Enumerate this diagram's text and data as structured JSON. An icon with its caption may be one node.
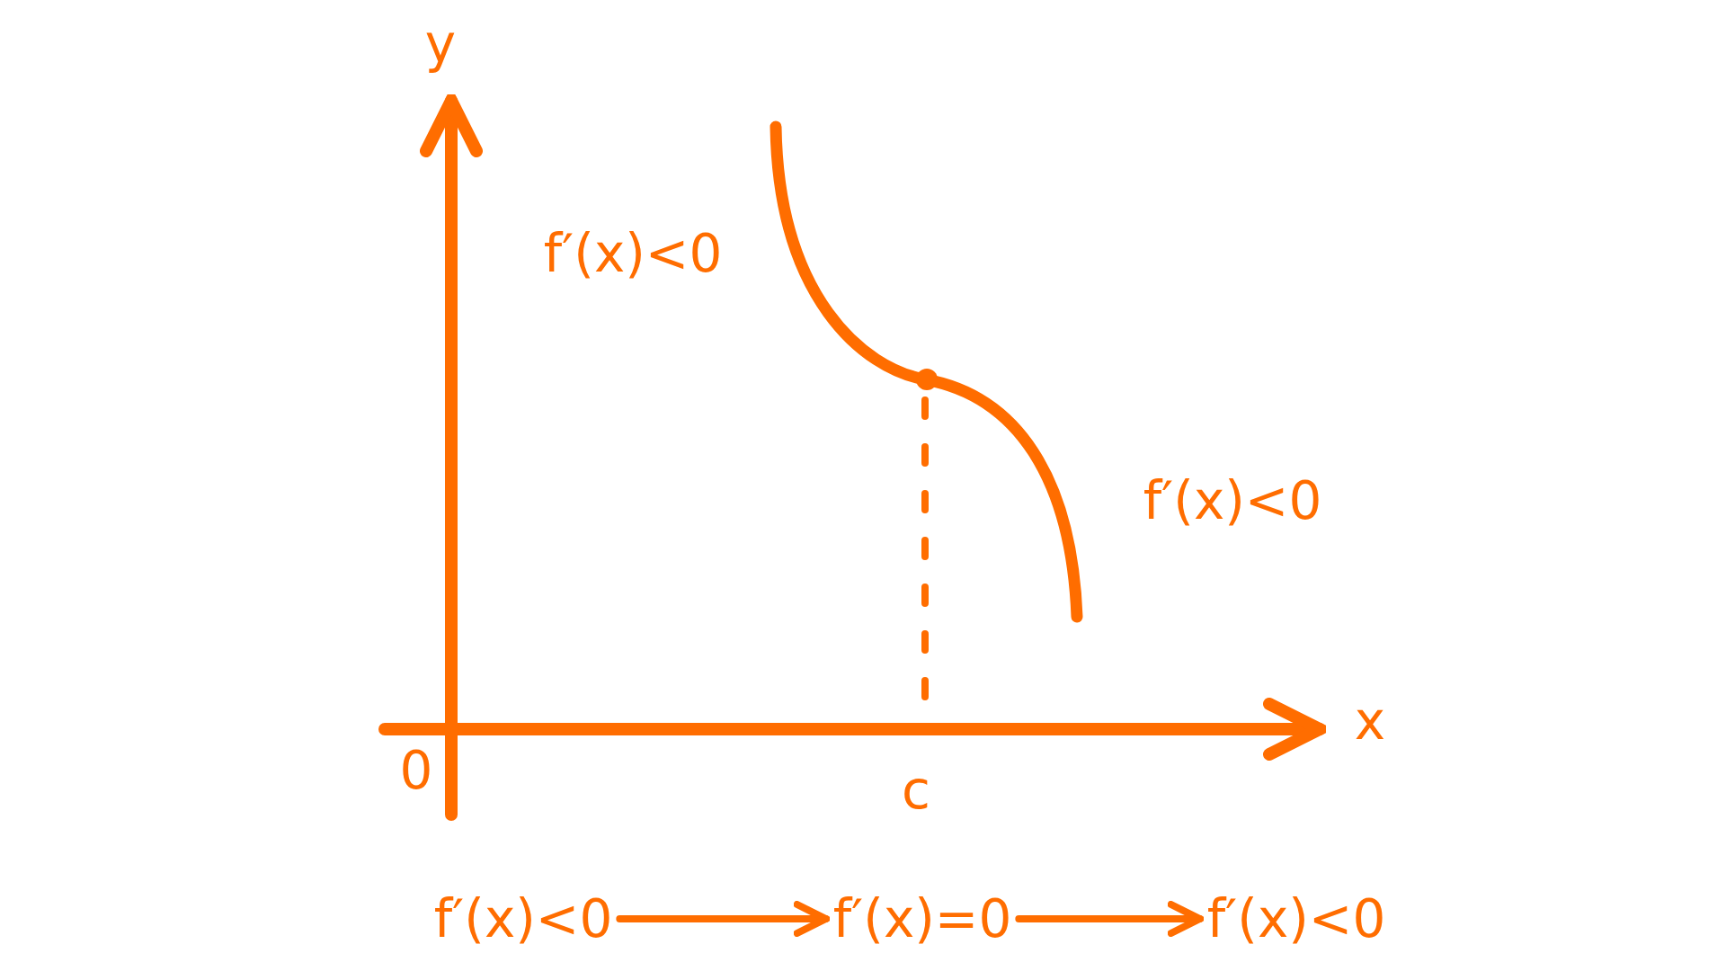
{
  "diagram": {
    "nodes": [
      {
        "text": [
          "f′(x)<0"
        ]
      },
      {
        "text": [
          "f′(x)=0"
        ]
      },
      {
        "text": [
          "f′(x)<0"
        ]
      }
    ],
    "edges": [
      {
        "from": 0,
        "to": 1,
        "arrow": "to"
      },
      {
        "from": 1,
        "to": 2,
        "arrow": "to"
      }
    ],
    "labels": [
      "y",
      "f′(x)<0",
      "f′(x)<0",
      "0",
      "c",
      "x"
    ]
  }
}
